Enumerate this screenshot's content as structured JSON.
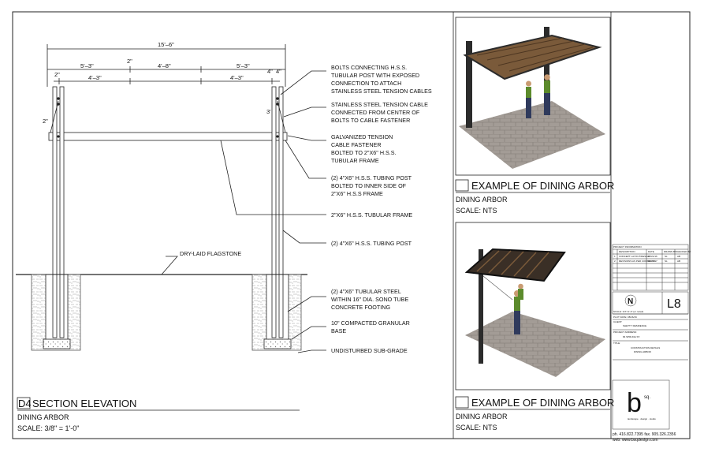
{
  "dims": {
    "overall": "15'–6\"",
    "seg_left": "5'–3\"",
    "seg_mid_top": "2\"",
    "seg_mid": "4'–8\"",
    "seg_right": "5'–3\"",
    "left_small": "2\"",
    "left_inner": "4'–3\"",
    "right_inner": "4'–3\"",
    "right_small_a": "4\"",
    "right_small_b": "4\"",
    "left_side": "2\"",
    "right_vert": "3'"
  },
  "notes": [
    [
      "BOLTS CONNECTING H.S.S.",
      "TUBULAR POST WITH EXPOSED",
      "CONNECTION TO ATTACH",
      "STAINLESS STEEL TENSION CABLES"
    ],
    [
      "STAINLESS STEEL TENSION CABLE",
      "CONNECTED FROM CENTER OF",
      "BOLTS TO CABLE FASTENER"
    ],
    [
      "GALVANIZED TENSION",
      "CABLE FASTENER",
      "BOLTED TO 2\"X6\" H.S.S.",
      "TUBULAR FRAME"
    ],
    [
      "(2) 4\"X6\" H.S.S. TUBING POST",
      "BOLTED TO INNER SIDE OF",
      "2\"X6\" H.S.S FRAME"
    ],
    [
      "2\"X6\" H.S.S. TUBULAR FRAME"
    ],
    [
      "(2) 4\"X6\" H.S.S. TUBING POST"
    ],
    [
      "(2) 4\"X6\" TUBULAR STEEL",
      "WITHIN 16\" DIA. SONO TUBE",
      "CONCRETE FOOTING"
    ],
    [
      "10\" COMPACTED GRANULAR",
      "BASE"
    ],
    [
      "UNDISTURBED SUB-GRADE"
    ]
  ],
  "flagstone_label": "DRY-LAID FLAGSTONE",
  "section": {
    "tag": "D4",
    "title": "SECTION ELEVATION",
    "name": "DINING ARBOR",
    "scale": "SCALE: 3/8\" = 1'-0\""
  },
  "example_top": {
    "title": "EXAMPLE OF DINING ARBOR",
    "name": "DINING ARBOR",
    "scale": "SCALE: NTS"
  },
  "example_bottom": {
    "title": "EXAMPLE OF DINING ARBOR",
    "name": "DINING ARBOR",
    "scale": "SCALE: NTS"
  },
  "title_block": {
    "project_info": "PROJECT INFORMATION",
    "col_desc": "DESCRIPTION",
    "col_date": "DATE",
    "col_drawn": "DRAWN BY",
    "col_checked": "CHECKED BY",
    "rows": [
      [
        "1",
        "CONCEPT LAYOUT/DESIGN",
        "07/21/16",
        "SL",
        "AB"
      ],
      [
        "2",
        "REVISIONS AS PER COMMENTS",
        "07/21/17",
        "SL",
        "AB"
      ]
    ],
    "sheet_no": "L8",
    "scale_text": "SCALE: 1/4\"=1'-0\" (or noted)",
    "plot_date": "PLOT DATE: 08/16/16",
    "client_label": "CLIENT:",
    "client": "SHETTY RESIDENCE",
    "project_addr_label": "PROJECT ADDRESS:",
    "address": "84 SPRUCE ST.",
    "title_label": "TITLE:",
    "dwg_title_1": "CONSTRUCTION DETAILS",
    "dwg_title_2": "DINING ARBOR",
    "firm_b": "b",
    "firm_sq": "sq.",
    "firm_tag": "landscape · design · studio",
    "phone": "ph. 416.822.7395  fax. 905.326.2356",
    "web": "web: www.bsqdesign.com"
  },
  "colors": {
    "wood": "#7a5a3a",
    "steel": "#2b2b2b",
    "paving": "#9b9590",
    "shirt": "#5c8b2c",
    "pants": "#2f3a5c"
  }
}
